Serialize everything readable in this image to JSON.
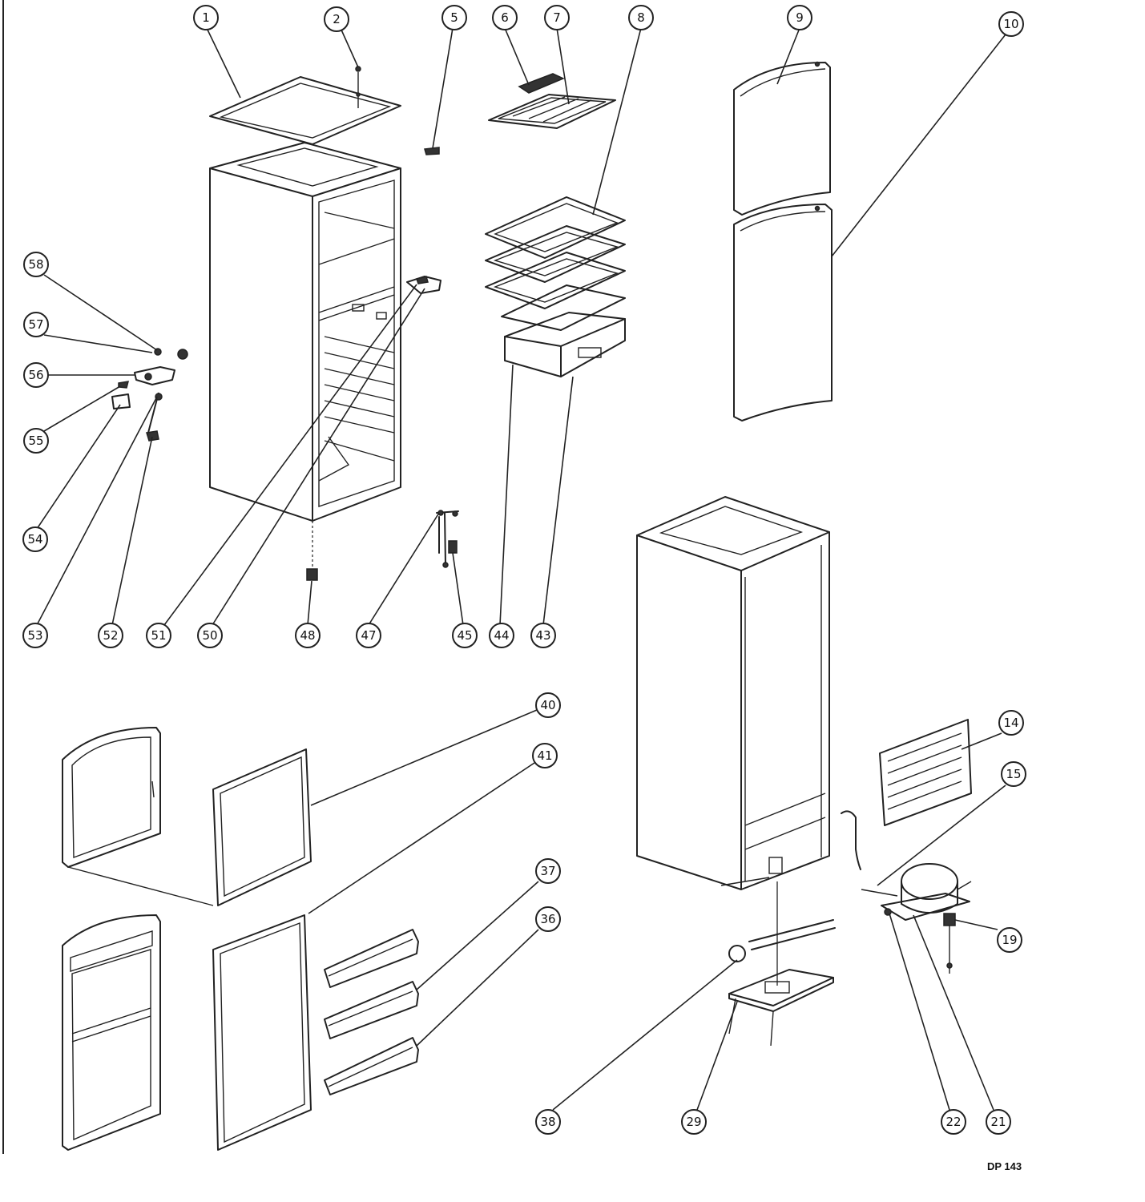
{
  "diagram": {
    "drawing_code": "DP 143",
    "callouts": [
      {
        "id": "c1",
        "label": "1"
      },
      {
        "id": "c2",
        "label": "2"
      },
      {
        "id": "c5",
        "label": "5"
      },
      {
        "id": "c6",
        "label": "6"
      },
      {
        "id": "c7",
        "label": "7"
      },
      {
        "id": "c8",
        "label": "8"
      },
      {
        "id": "c9",
        "label": "9"
      },
      {
        "id": "c10",
        "label": "10"
      },
      {
        "id": "c58",
        "label": "58"
      },
      {
        "id": "c57",
        "label": "57"
      },
      {
        "id": "c56",
        "label": "56"
      },
      {
        "id": "c55",
        "label": "55"
      },
      {
        "id": "c54",
        "label": "54"
      },
      {
        "id": "c53",
        "label": "53"
      },
      {
        "id": "c52",
        "label": "52"
      },
      {
        "id": "c51",
        "label": "51"
      },
      {
        "id": "c50",
        "label": "50"
      },
      {
        "id": "c48",
        "label": "48"
      },
      {
        "id": "c47",
        "label": "47"
      },
      {
        "id": "c45",
        "label": "45"
      },
      {
        "id": "c44",
        "label": "44"
      },
      {
        "id": "c43",
        "label": "43"
      },
      {
        "id": "c40",
        "label": "40"
      },
      {
        "id": "c41",
        "label": "41"
      },
      {
        "id": "c37",
        "label": "37"
      },
      {
        "id": "c36",
        "label": "36"
      },
      {
        "id": "c14",
        "label": "14"
      },
      {
        "id": "c15",
        "label": "15"
      },
      {
        "id": "c19",
        "label": "19"
      },
      {
        "id": "c38",
        "label": "38"
      },
      {
        "id": "c29",
        "label": "29"
      },
      {
        "id": "c22",
        "label": "22"
      },
      {
        "id": "c21",
        "label": "21"
      }
    ]
  }
}
